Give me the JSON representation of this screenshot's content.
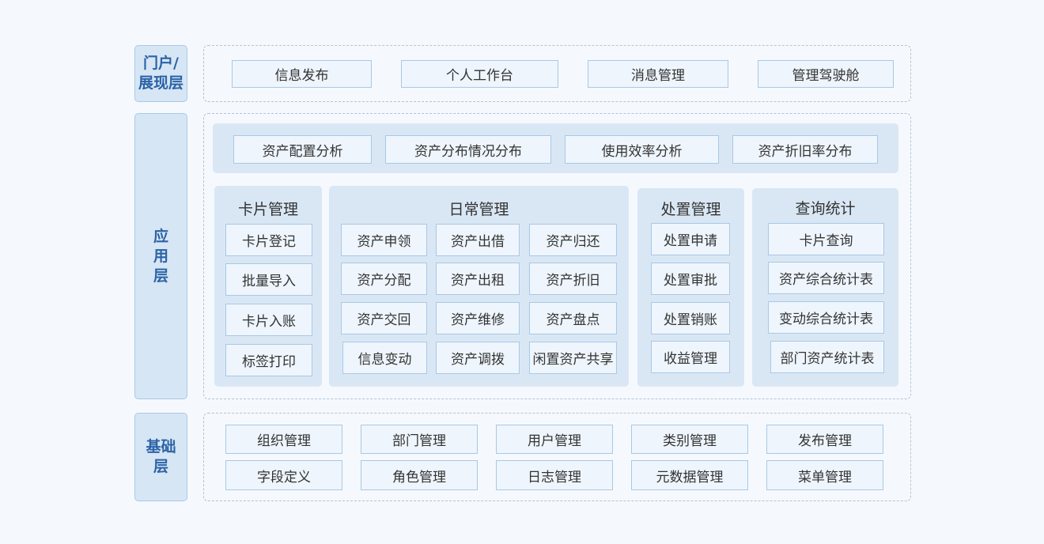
{
  "layers": {
    "portal": "门户/\n展现层",
    "app": "应\n用\n层",
    "base": "基础\n层"
  },
  "portal_items": [
    "信息发布",
    "个人工作台",
    "消息管理",
    "管理驾驶舱"
  ],
  "analysis_items": [
    "资产配置分析",
    "资产分布情况分布",
    "使用效率分析",
    "资产折旧率分布"
  ],
  "card": {
    "title": "卡片管理",
    "items": [
      "卡片登记",
      "批量导入",
      "卡片入账",
      "标签打印"
    ]
  },
  "daily": {
    "title": "日常管理",
    "items": [
      "资产申领",
      "资产出借",
      "资产归还",
      "资产分配",
      "资产出租",
      "资产折旧",
      "资产交回",
      "资产维修",
      "资产盘点",
      "信息变动",
      "资产调拨",
      "闲置资产共享"
    ]
  },
  "disposal": {
    "title": "处置管理",
    "items": [
      "处置申请",
      "处置审批",
      "处置销账",
      "收益管理"
    ]
  },
  "query": {
    "title": "查询统计",
    "items": [
      "卡片查询",
      "资产综合统计表",
      "变动综合统计表",
      "部门资产统计表"
    ]
  },
  "base_items": [
    "组织管理",
    "部门管理",
    "用户管理",
    "类别管理",
    "发布管理",
    "字段定义",
    "角色管理",
    "日志管理",
    "元数据管理",
    "菜单管理"
  ]
}
